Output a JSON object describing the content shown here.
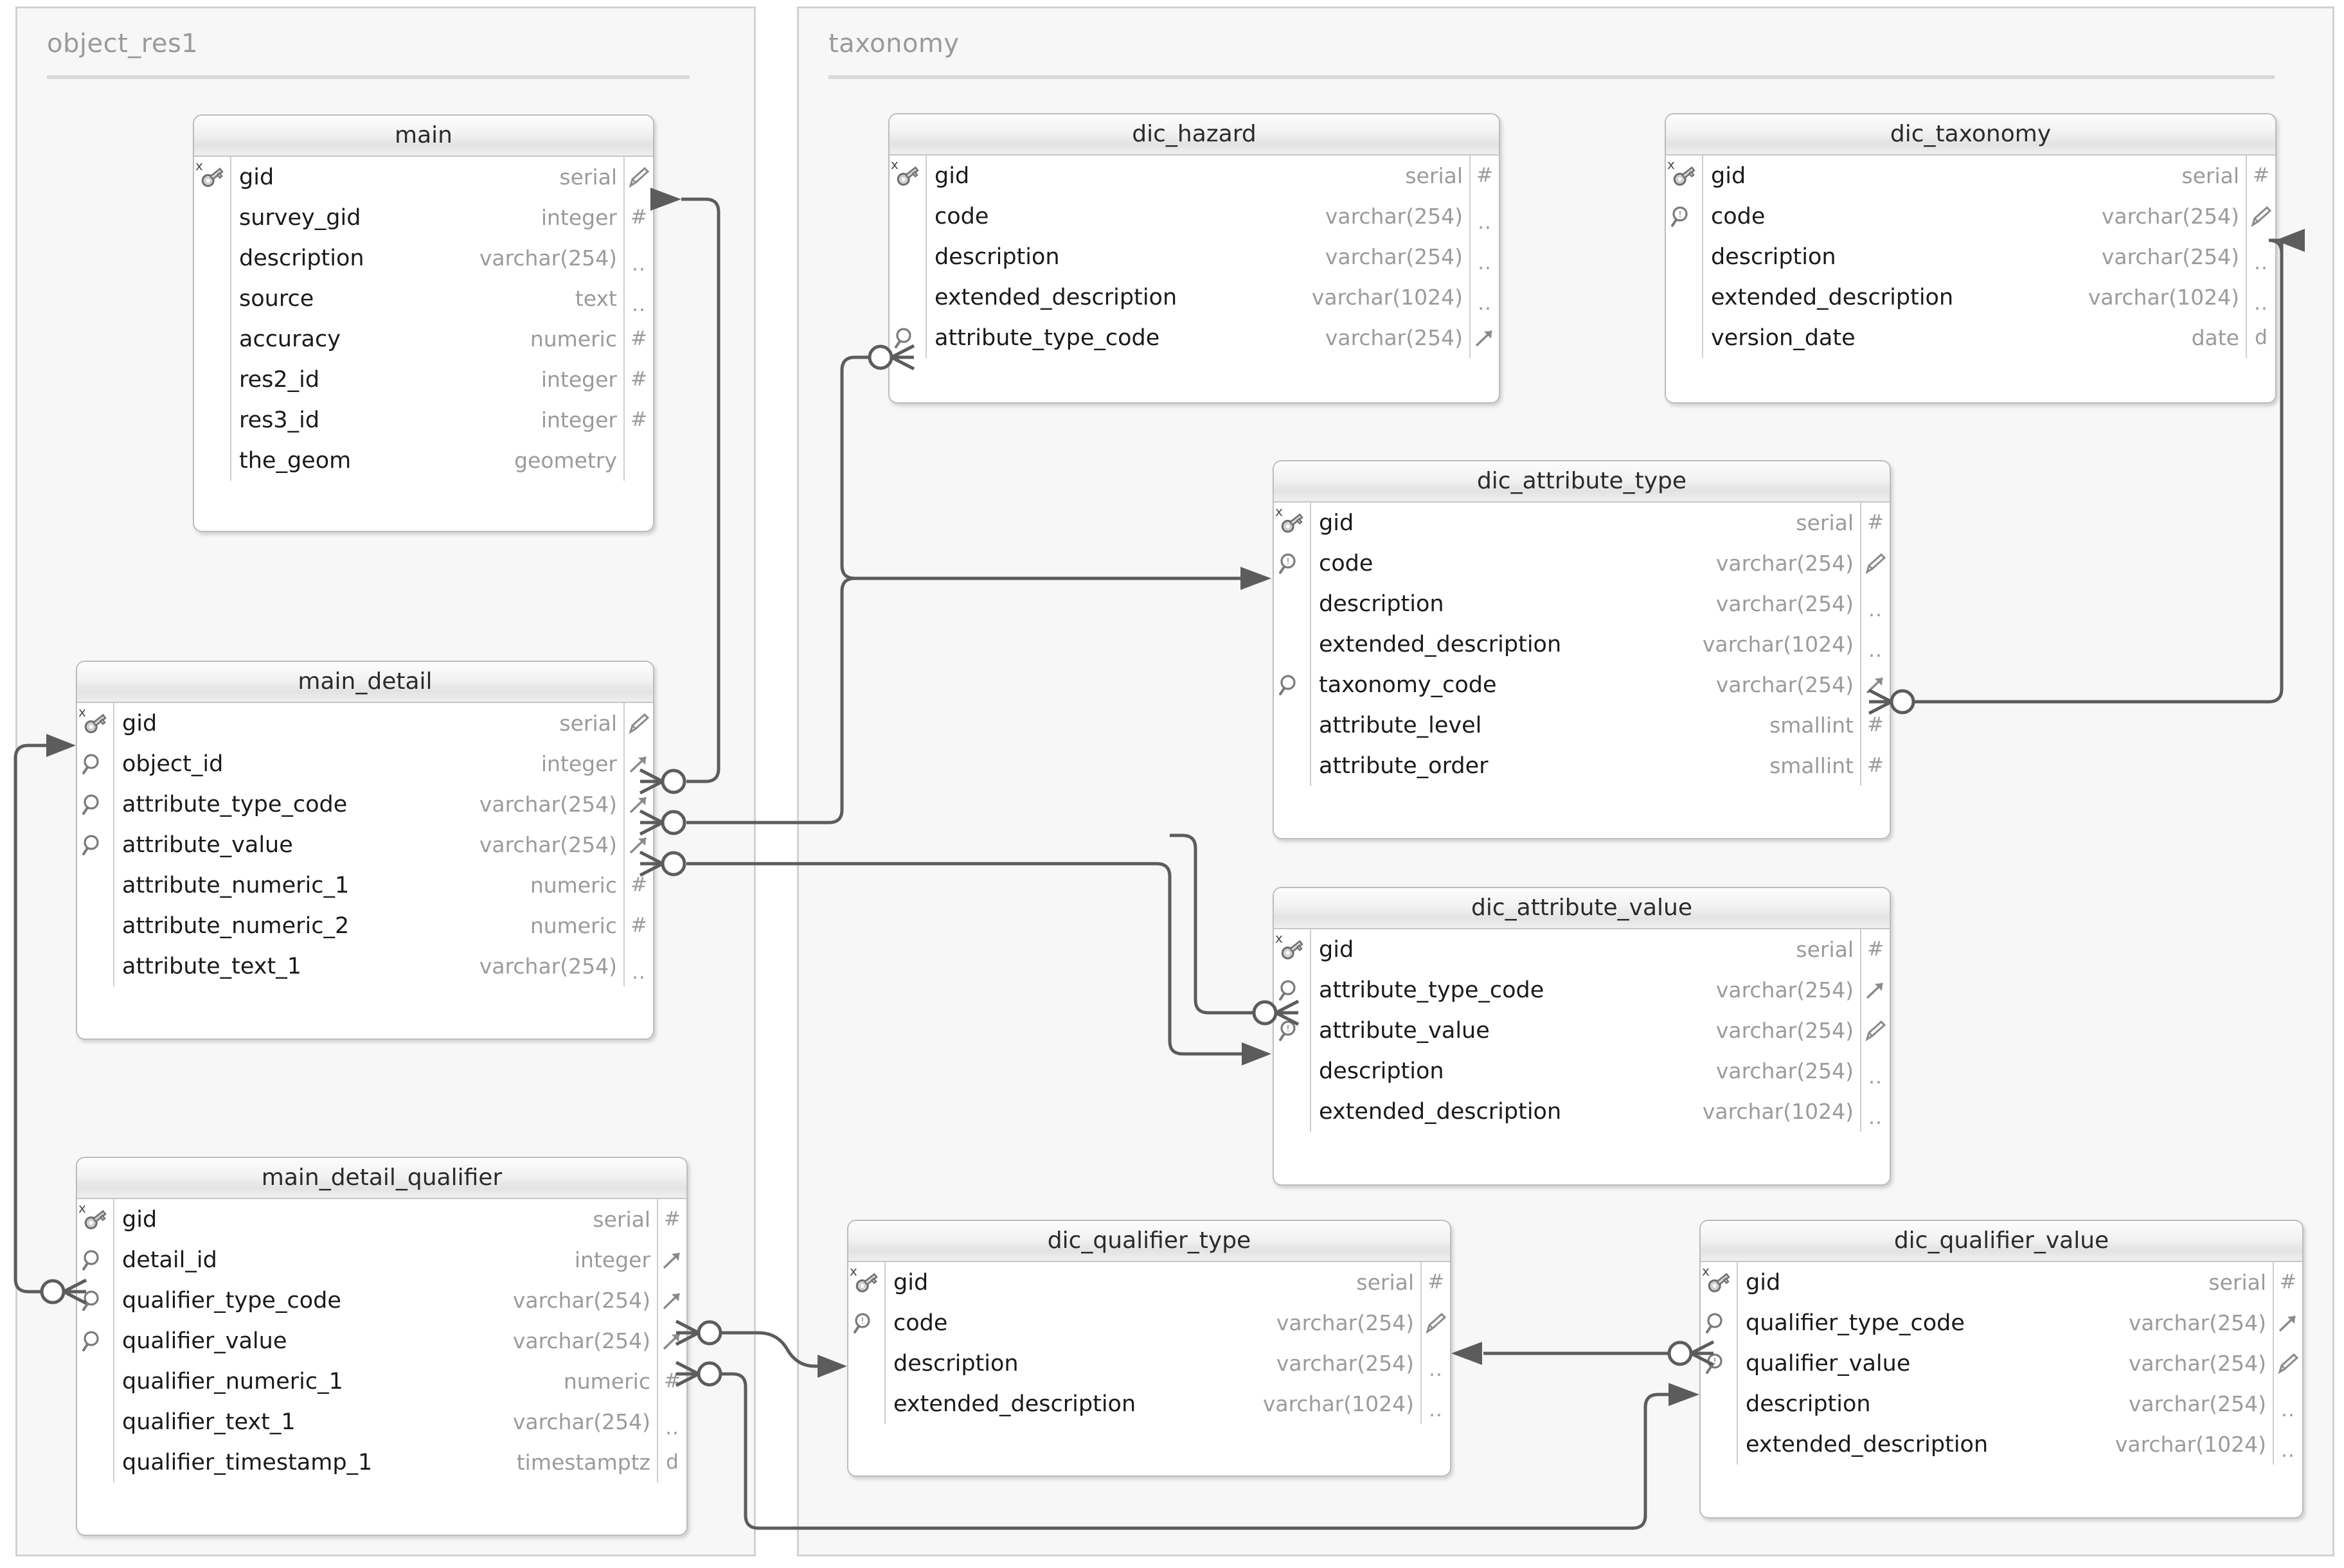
{
  "diagram": {
    "kind": "entity-relationship-diagram",
    "schemas": [
      {
        "name": "object_res1"
      },
      {
        "name": "taxonomy"
      }
    ]
  },
  "tables": {
    "main": {
      "title": "main",
      "columns": [
        {
          "name": "gid",
          "type": "serial",
          "key": "pk",
          "star": "x",
          "nn": "pencil"
        },
        {
          "name": "survey_gid",
          "type": "integer",
          "key": "none",
          "nn": "hash"
        },
        {
          "name": "description",
          "type": "varchar(254)",
          "key": "none",
          "nn": "dots"
        },
        {
          "name": "source",
          "type": "text",
          "key": "none",
          "nn": "dots"
        },
        {
          "name": "accuracy",
          "type": "numeric",
          "key": "none",
          "nn": "hash"
        },
        {
          "name": "res2_id",
          "type": "integer",
          "key": "none",
          "nn": "hash"
        },
        {
          "name": "res3_id",
          "type": "integer",
          "key": "none",
          "nn": "hash"
        },
        {
          "name": "the_geom",
          "type": "geometry",
          "key": "none",
          "nn": ""
        }
      ]
    },
    "main_detail": {
      "title": "main_detail",
      "columns": [
        {
          "name": "gid",
          "type": "serial",
          "key": "pk",
          "star": "x",
          "nn": "pencil"
        },
        {
          "name": "object_id",
          "type": "integer",
          "key": "idx",
          "nn": "fk"
        },
        {
          "name": "attribute_type_code",
          "type": "varchar(254)",
          "key": "idx",
          "nn": "fk"
        },
        {
          "name": "attribute_value",
          "type": "varchar(254)",
          "key": "idx",
          "nn": "fk"
        },
        {
          "name": "attribute_numeric_1",
          "type": "numeric",
          "key": "none",
          "nn": "hash"
        },
        {
          "name": "attribute_numeric_2",
          "type": "numeric",
          "key": "none",
          "nn": "hash"
        },
        {
          "name": "attribute_text_1",
          "type": "varchar(254)",
          "key": "none",
          "nn": "dots"
        }
      ]
    },
    "main_detail_qualifier": {
      "title": "main_detail_qualifier",
      "columns": [
        {
          "name": "gid",
          "type": "serial",
          "key": "pk",
          "star": "x",
          "nn": "hash"
        },
        {
          "name": "detail_id",
          "type": "integer",
          "key": "idx",
          "nn": "fk"
        },
        {
          "name": "qualifier_type_code",
          "type": "varchar(254)",
          "key": "idx",
          "nn": "fk"
        },
        {
          "name": "qualifier_value",
          "type": "varchar(254)",
          "key": "idx",
          "nn": "fk"
        },
        {
          "name": "qualifier_numeric_1",
          "type": "numeric",
          "key": "none",
          "nn": "hash"
        },
        {
          "name": "qualifier_text_1",
          "type": "varchar(254)",
          "key": "none",
          "nn": "dots"
        },
        {
          "name": "qualifier_timestamp_1",
          "type": "timestamptz",
          "key": "none",
          "nn": "d"
        }
      ]
    },
    "dic_hazard": {
      "title": "dic_hazard",
      "columns": [
        {
          "name": "gid",
          "type": "serial",
          "key": "pk",
          "star": "x",
          "nn": "hash"
        },
        {
          "name": "code",
          "type": "varchar(254)",
          "key": "none",
          "nn": "dots"
        },
        {
          "name": "description",
          "type": "varchar(254)",
          "key": "none",
          "nn": "dots"
        },
        {
          "name": "extended_description",
          "type": "varchar(1024)",
          "key": "none",
          "nn": "dots"
        },
        {
          "name": "attribute_type_code",
          "type": "varchar(254)",
          "key": "idx",
          "nn": "fk"
        }
      ]
    },
    "dic_taxonomy": {
      "title": "dic_taxonomy",
      "columns": [
        {
          "name": "gid",
          "type": "serial",
          "key": "pk",
          "star": "x",
          "nn": "hash"
        },
        {
          "name": "code",
          "type": "varchar(254)",
          "key": "uniq",
          "nn": "pencil"
        },
        {
          "name": "description",
          "type": "varchar(254)",
          "key": "none",
          "nn": "dots"
        },
        {
          "name": "extended_description",
          "type": "varchar(1024)",
          "key": "none",
          "nn": "dots"
        },
        {
          "name": "version_date",
          "type": "date",
          "key": "none",
          "nn": "d"
        }
      ]
    },
    "dic_attribute_type": {
      "title": "dic_attribute_type",
      "columns": [
        {
          "name": "gid",
          "type": "serial",
          "key": "pk",
          "star": "x",
          "nn": "hash"
        },
        {
          "name": "code",
          "type": "varchar(254)",
          "key": "uniq",
          "nn": "pencil"
        },
        {
          "name": "description",
          "type": "varchar(254)",
          "key": "none",
          "nn": "dots"
        },
        {
          "name": "extended_description",
          "type": "varchar(1024)",
          "key": "none",
          "nn": "dots"
        },
        {
          "name": "taxonomy_code",
          "type": "varchar(254)",
          "key": "idx",
          "nn": "fk"
        },
        {
          "name": "attribute_level",
          "type": "smallint",
          "key": "none",
          "nn": "hash"
        },
        {
          "name": "attribute_order",
          "type": "smallint",
          "key": "none",
          "nn": "hash"
        }
      ]
    },
    "dic_attribute_value": {
      "title": "dic_attribute_value",
      "columns": [
        {
          "name": "gid",
          "type": "serial",
          "key": "pk",
          "star": "x",
          "nn": "hash"
        },
        {
          "name": "attribute_type_code",
          "type": "varchar(254)",
          "key": "idx",
          "nn": "fk"
        },
        {
          "name": "attribute_value",
          "type": "varchar(254)",
          "key": "uniq",
          "nn": "pencil"
        },
        {
          "name": "description",
          "type": "varchar(254)",
          "key": "none",
          "nn": "dots"
        },
        {
          "name": "extended_description",
          "type": "varchar(1024)",
          "key": "none",
          "nn": "dots"
        }
      ]
    },
    "dic_qualifier_type": {
      "title": "dic_qualifier_type",
      "columns": [
        {
          "name": "gid",
          "type": "serial",
          "key": "pk",
          "star": "x",
          "nn": "hash"
        },
        {
          "name": "code",
          "type": "varchar(254)",
          "key": "uniq",
          "nn": "pencil"
        },
        {
          "name": "description",
          "type": "varchar(254)",
          "key": "none",
          "nn": "dots"
        },
        {
          "name": "extended_description",
          "type": "varchar(1024)",
          "key": "none",
          "nn": "dots"
        }
      ]
    },
    "dic_qualifier_value": {
      "title": "dic_qualifier_value",
      "columns": [
        {
          "name": "gid",
          "type": "serial",
          "key": "pk",
          "star": "x",
          "nn": "hash"
        },
        {
          "name": "qualifier_type_code",
          "type": "varchar(254)",
          "key": "idx",
          "nn": "fk"
        },
        {
          "name": "qualifier_value",
          "type": "varchar(254)",
          "key": "uniq",
          "nn": "pencil"
        },
        {
          "name": "description",
          "type": "varchar(254)",
          "key": "none",
          "nn": "dots"
        },
        {
          "name": "extended_description",
          "type": "varchar(1024)",
          "key": "none",
          "nn": "dots"
        }
      ]
    }
  },
  "relationships": [
    {
      "from": "main_detail.object_id",
      "to": "main.gid"
    },
    {
      "from": "main_detail.attribute_type_code",
      "to": "dic_attribute_type.code"
    },
    {
      "from": "main_detail.attribute_value",
      "to": "dic_attribute_value.attribute_value"
    },
    {
      "from": "dic_hazard.attribute_type_code",
      "to": "dic_attribute_type.code"
    },
    {
      "from": "dic_attribute_type.taxonomy_code",
      "to": "dic_taxonomy.code"
    },
    {
      "from": "dic_attribute_value.attribute_type_code",
      "to": "dic_attribute_type.code"
    },
    {
      "from": "main_detail_qualifier.detail_id",
      "to": "main_detail.gid"
    },
    {
      "from": "main_detail_qualifier.qualifier_type_code",
      "to": "dic_qualifier_type.code"
    },
    {
      "from": "main_detail_qualifier.qualifier_value",
      "to": "dic_qualifier_value.qualifier_value"
    },
    {
      "from": "dic_qualifier_value.qualifier_type_code",
      "to": "dic_qualifier_type.code"
    }
  ],
  "colors": {
    "background": "#ffffff",
    "schema_fill": "#f7f7f7",
    "schema_border": "#d2d2d2",
    "table_border": "#bdbdbd",
    "header_text": "#2b2b2b",
    "field_text": "#1a1a1a",
    "type_text": "#9b9b9b",
    "connector": "#5c5c5c"
  }
}
